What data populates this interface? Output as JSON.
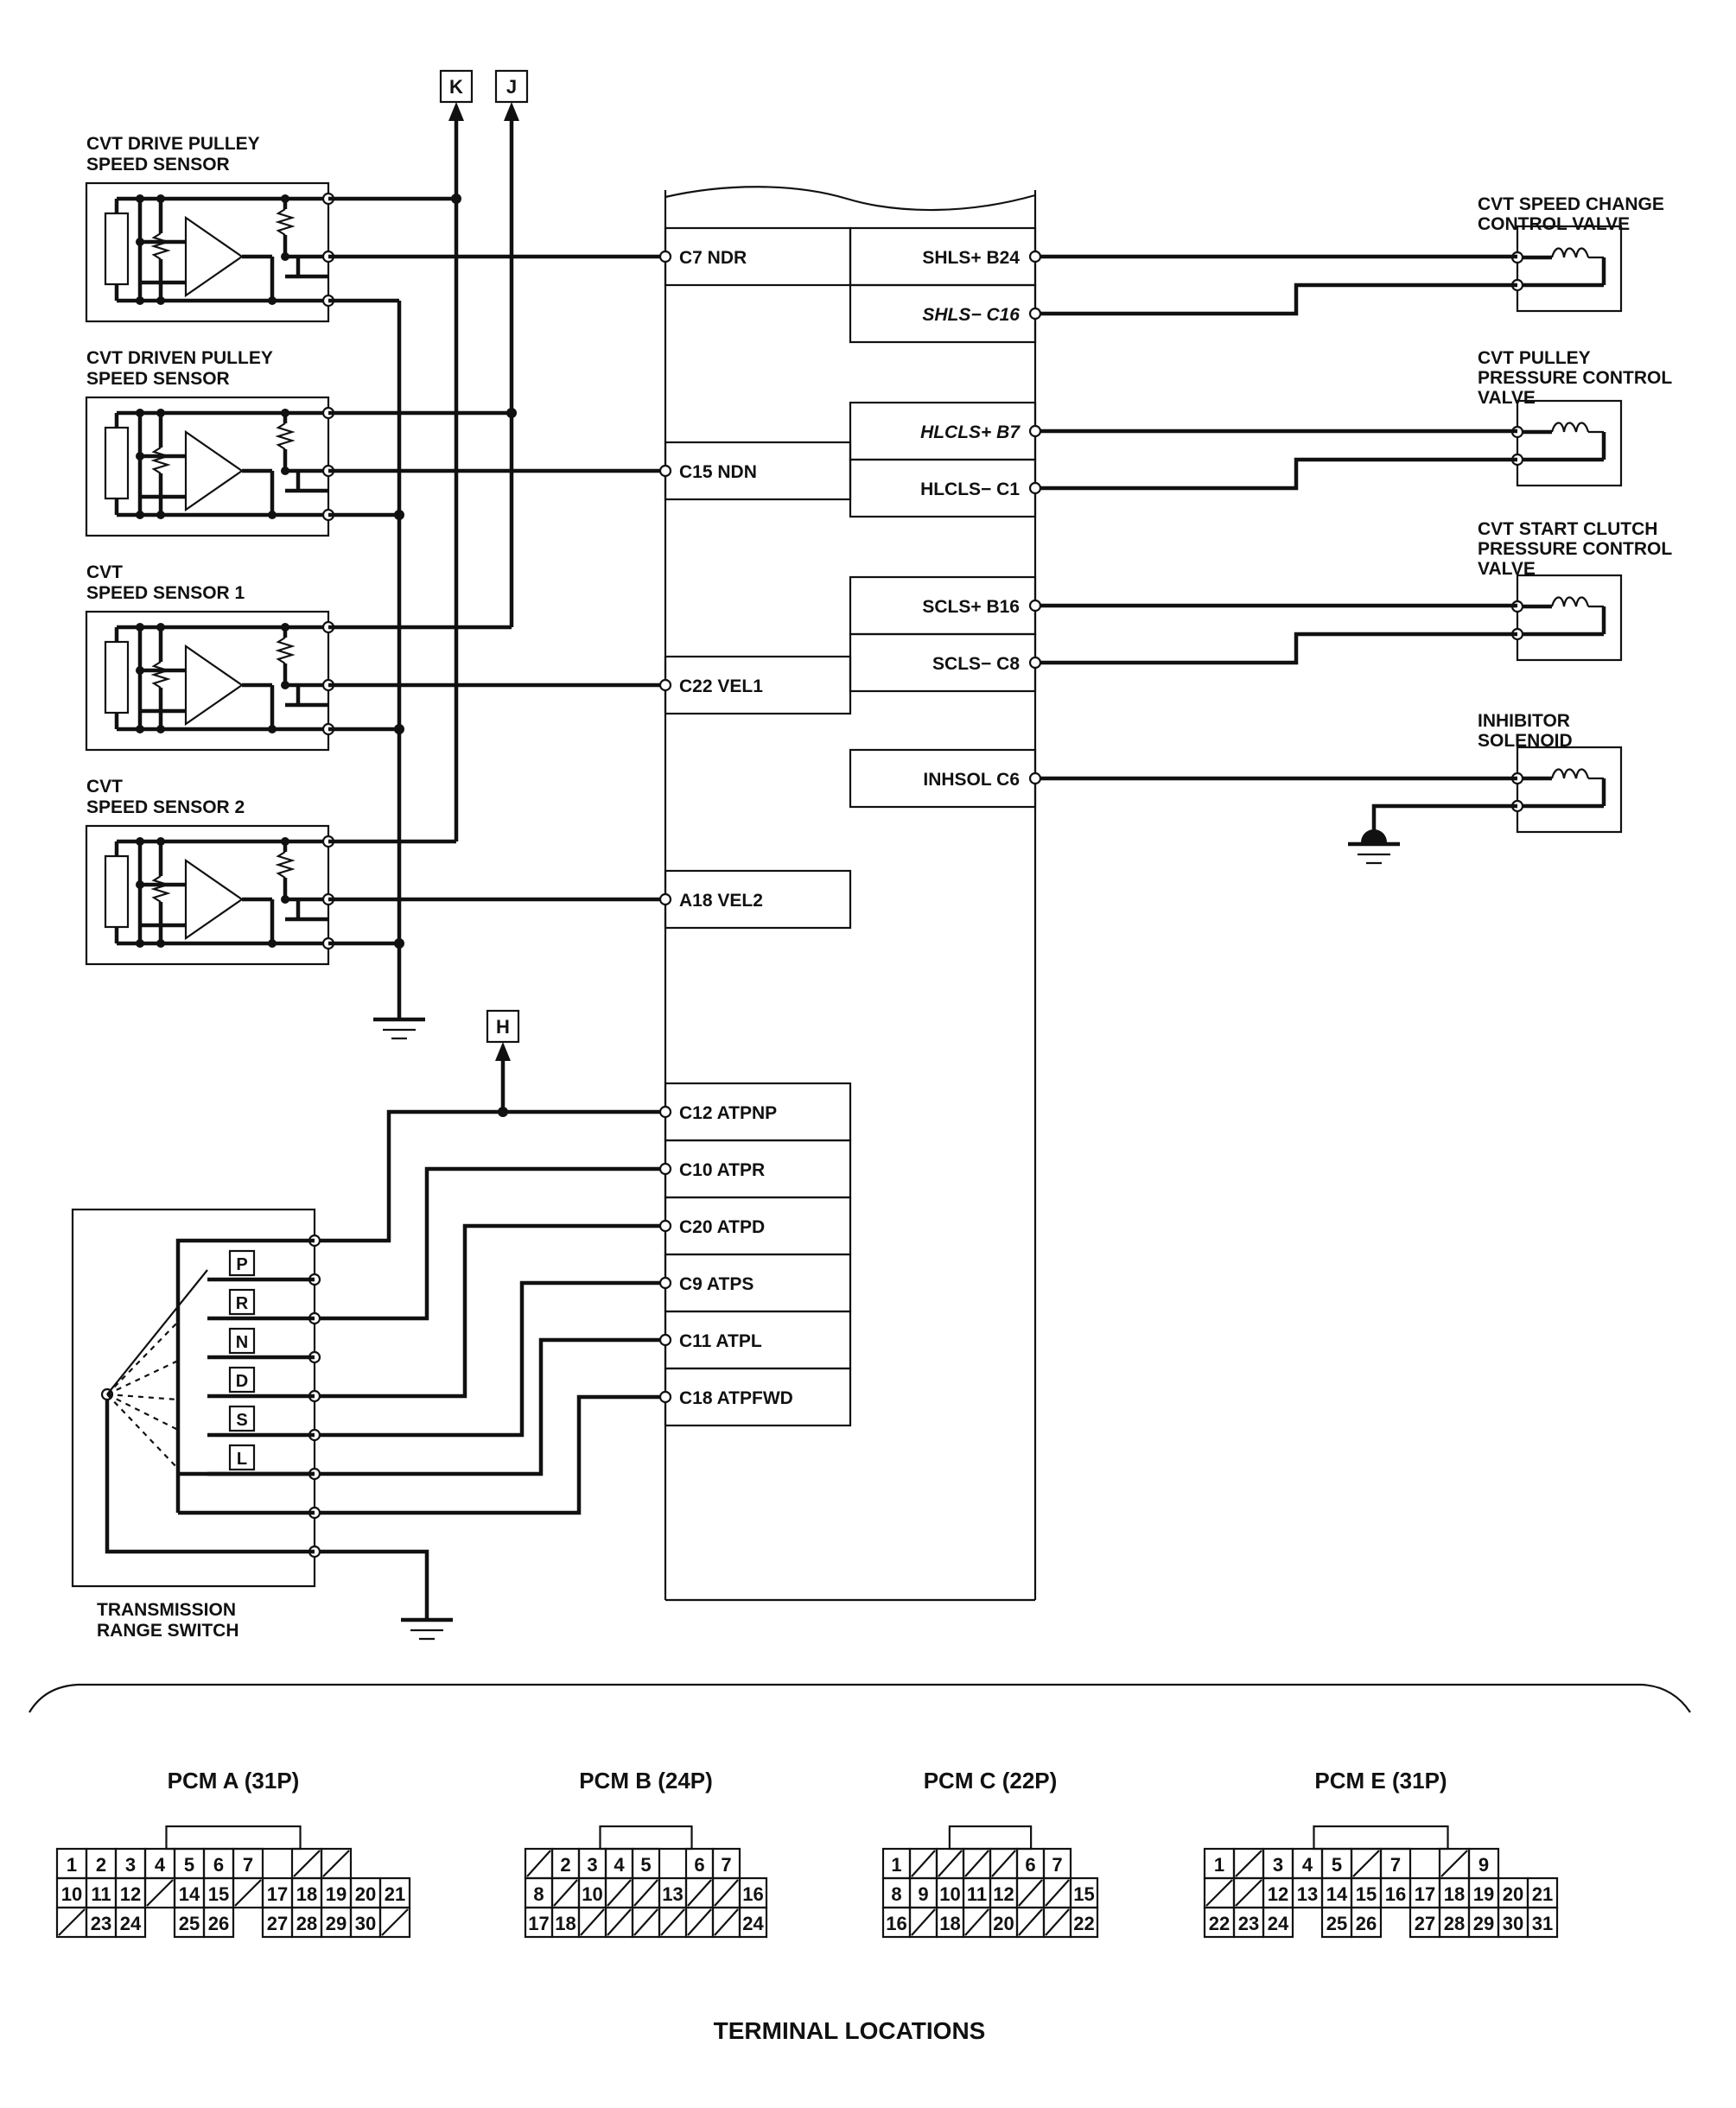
{
  "markers": {
    "k": "K",
    "j": "J",
    "h": "H"
  },
  "sensors": {
    "drive_pulley": [
      "CVT DRIVE PULLEY",
      "SPEED SENSOR"
    ],
    "driven_pulley": [
      "CVT DRIVEN PULLEY",
      "SPEED SENSOR"
    ],
    "speed1": [
      "CVT",
      "SPEED SENSOR 1"
    ],
    "speed2": [
      "CVT",
      "SPEED SENSOR 2"
    ]
  },
  "pcm_left_pins": {
    "c7": "C7 NDR",
    "c15": "C15 NDN",
    "c22": "C22 VEL1",
    "a18": "A18 VEL2",
    "c12": "C12 ATPNP",
    "c10": "C10 ATPR",
    "c20": "C20 ATPD",
    "c9": "C9 ATPS",
    "c11": "C11 ATPL",
    "c18": "C18 ATPFWD"
  },
  "pcm_right_pins": {
    "b24": "SHLS+ B24",
    "c16": "SHLS− C16",
    "b7": "HLCLS+ B7",
    "c1": "HLCLS− C1",
    "b16": "SCLS+ B16",
    "c8": "SCLS− C8",
    "c6": "INHSOL C6"
  },
  "valves": {
    "speed_change": [
      "CVT SPEED CHANGE",
      "CONTROL VALVE"
    ],
    "pulley_pressure": [
      "CVT PULLEY",
      "PRESSURE CONTROL",
      "VALVE"
    ],
    "start_clutch": [
      "CVT START CLUTCH",
      "PRESSURE CONTROL",
      "VALVE"
    ],
    "inhibitor": [
      "INHIBITOR",
      "SOLENOID"
    ]
  },
  "range_switch": {
    "positions": [
      "P",
      "R",
      "N",
      "D",
      "S",
      "L"
    ],
    "label": [
      "TRANSMISSION",
      "RANGE SWITCH"
    ]
  },
  "connectors": [
    {
      "title": "PCM A (31P)",
      "rows": [
        [
          "1",
          "2",
          "3",
          "4",
          "5",
          "6",
          "7",
          "",
          "/",
          "/"
        ],
        [
          "10",
          "11",
          "12",
          "/",
          "14",
          "15",
          "/",
          "17",
          "18",
          "19",
          "20",
          "21"
        ],
        [
          "/",
          "23",
          "24",
          "",
          "25",
          "26",
          "",
          "27",
          "28",
          "29",
          "30",
          "/"
        ]
      ]
    },
    {
      "title": "PCM B (24P)",
      "rows": [
        [
          "/",
          "2",
          "3",
          "4",
          "5",
          "",
          "6",
          "7"
        ],
        [
          "8",
          "/",
          "10",
          "/",
          "/",
          "13",
          "/",
          "/",
          "16"
        ],
        [
          "17",
          "18",
          "/",
          "/",
          "/",
          "/",
          "/",
          "/",
          "24"
        ]
      ]
    },
    {
      "title": "PCM C (22P)",
      "rows": [
        [
          "1",
          "/",
          "/",
          "/",
          "/",
          "6",
          "7"
        ],
        [
          "8",
          "9",
          "10",
          "11",
          "12",
          "/",
          "/",
          "15"
        ],
        [
          "16",
          "/",
          "18",
          "/",
          "20",
          "/",
          "/",
          "22"
        ]
      ]
    },
    {
      "title": "PCM E (31P)",
      "rows": [
        [
          "1",
          "/",
          "3",
          "4",
          "5",
          "/",
          "7",
          "",
          "/",
          "9"
        ],
        [
          "/",
          "/",
          "12",
          "13",
          "14",
          "15",
          "16",
          "17",
          "18",
          "19",
          "20",
          "21"
        ],
        [
          "22",
          "23",
          "24",
          "",
          "25",
          "26",
          "",
          "27",
          "28",
          "29",
          "30",
          "31"
        ]
      ]
    }
  ],
  "footer": "TERMINAL LOCATIONS"
}
